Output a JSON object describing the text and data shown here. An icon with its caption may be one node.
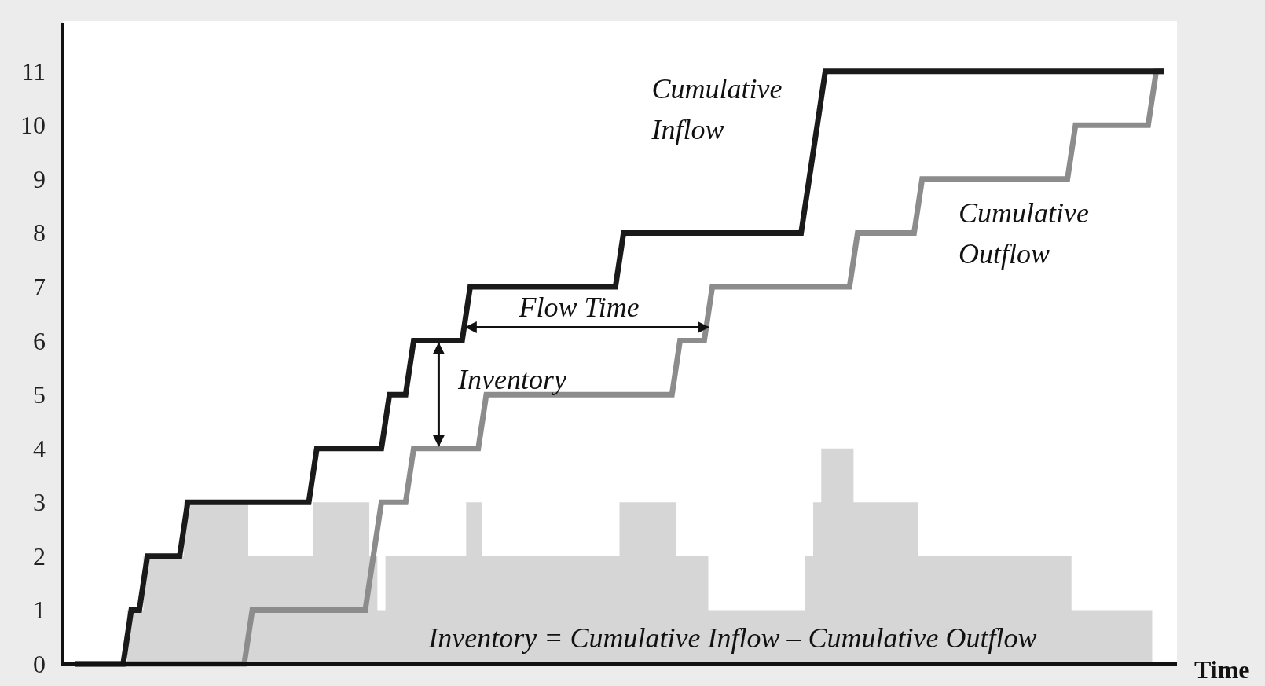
{
  "diagram": {
    "chart_data": {
      "type": "line",
      "xlabel": "Time",
      "categories": [
        null,
        null,
        null,
        null,
        null,
        null,
        null,
        null,
        null,
        null,
        null,
        null,
        null,
        null,
        null,
        null,
        null,
        null,
        null,
        null,
        null,
        null,
        null,
        null,
        null,
        null,
        null,
        null,
        null,
        null,
        null,
        null,
        null,
        null,
        null,
        null,
        null,
        null,
        null,
        null,
        null,
        null,
        null,
        null,
        null,
        null,
        null,
        null,
        null,
        null,
        null,
        null,
        null,
        null,
        null,
        null,
        null,
        null,
        null,
        null,
        null,
        null,
        null,
        null,
        null,
        null,
        null,
        null,
        null,
        null,
        null,
        null,
        null,
        null,
        null,
        null,
        null,
        null,
        null,
        null,
        null,
        null,
        null,
        null,
        null,
        null,
        null,
        null,
        null,
        null,
        null,
        null,
        null,
        null,
        null,
        null,
        null,
        null,
        null,
        null,
        null,
        null,
        null,
        null,
        null,
        null,
        null,
        null,
        null,
        null,
        null,
        null,
        null,
        null,
        null,
        null,
        null,
        null,
        null,
        null,
        null,
        null,
        null,
        null,
        null,
        null,
        null,
        null,
        null,
        null,
        null,
        null,
        null,
        null,
        null,
        null
      ],
      "series": [
        {
          "name": "Cumulative Inflow",
          "color": "#1a1a1a",
          "values": [
            0,
            0,
            0,
            0,
            0,
            0,
            0,
            1,
            1,
            2,
            2,
            2,
            2,
            2,
            3,
            3,
            3,
            3,
            3,
            3,
            3,
            3,
            3,
            3,
            3,
            3,
            3,
            3,
            3,
            3,
            4,
            4,
            4,
            4,
            4,
            4,
            4,
            4,
            4,
            5,
            5,
            5,
            6,
            6,
            6,
            6,
            6,
            6,
            6,
            7,
            7,
            7,
            7,
            7,
            7,
            7,
            7,
            7,
            7,
            7,
            7,
            7,
            7,
            7,
            7,
            7,
            7,
            7,
            8,
            8,
            8,
            8,
            8,
            8,
            8,
            8,
            8,
            8,
            8,
            8,
            8,
            8,
            8,
            8,
            8,
            8,
            8,
            8,
            8,
            8,
            8,
            9,
            10,
            11,
            11,
            11,
            11,
            11,
            11,
            11,
            11,
            11,
            11,
            11,
            11,
            11,
            11,
            11,
            11,
            11,
            11,
            11,
            11,
            11,
            11,
            11,
            11,
            11,
            11,
            11,
            11,
            11,
            11,
            11,
            11,
            11,
            11,
            11,
            11,
            11,
            11,
            11,
            11,
            11,
            11,
            11
          ]
        },
        {
          "name": "Cumulative Outflow",
          "color": "#8c8c8c",
          "values": [
            0,
            0,
            0,
            0,
            0,
            0,
            0,
            0,
            0,
            0,
            0,
            0,
            0,
            0,
            0,
            0,
            0,
            0,
            0,
            0,
            0,
            0,
            1,
            1,
            1,
            1,
            1,
            1,
            1,
            1,
            1,
            1,
            1,
            1,
            1,
            1,
            1,
            2,
            3,
            3,
            3,
            3,
            4,
            4,
            4,
            4,
            4,
            4,
            4,
            4,
            4,
            5,
            5,
            5,
            5,
            5,
            5,
            5,
            5,
            5,
            5,
            5,
            5,
            5,
            5,
            5,
            5,
            5,
            5,
            5,
            5,
            5,
            5,
            5,
            5,
            6,
            6,
            6,
            6,
            7,
            7,
            7,
            7,
            7,
            7,
            7,
            7,
            7,
            7,
            7,
            7,
            7,
            7,
            7,
            7,
            7,
            7,
            8,
            8,
            8,
            8,
            8,
            8,
            8,
            8,
            9,
            9,
            9,
            9,
            9,
            9,
            9,
            9,
            9,
            9,
            9,
            9,
            9,
            9,
            9,
            9,
            9,
            9,
            9,
            10,
            10,
            10,
            10,
            10,
            10,
            10,
            10,
            10,
            10,
            11,
            11
          ]
        }
      ],
      "ylim": [
        0,
        11.9
      ],
      "yticks": [
        0,
        1,
        2,
        3,
        4,
        5,
        6,
        7,
        8,
        9,
        10,
        11
      ],
      "annotations": [
        "Flow Time",
        "Inventory",
        "Inventory = Cumulative Inflow – Cumulative Outflow"
      ]
    }
  }
}
